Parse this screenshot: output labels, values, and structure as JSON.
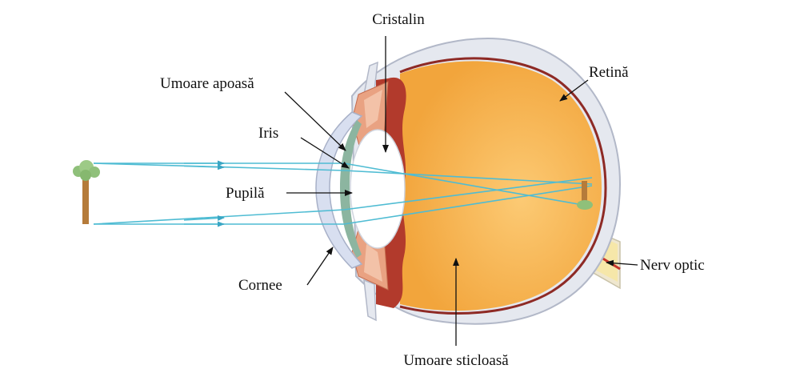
{
  "labels": {
    "cristalin": "Cristalin",
    "retina": "Retină",
    "umoare_apoasa": "Umoare apoasă",
    "iris": "Iris",
    "pupila": "Pupilă",
    "cornee": "Cornee",
    "nerv_optic": "Nerv optic",
    "umoare_sticloasa": "Umoare sticloasă"
  },
  "colors": {
    "vitreous": "#f5b04a",
    "vitreous_light": "#fbd38a",
    "sclera": "#e4e7ee",
    "sclera_edge": "#b7bccb",
    "retina_line": "#8e2a25",
    "iris_body": "#b83a2c",
    "ciliary": "#e79a7a",
    "cornea": "#dfe4f0",
    "aqueous": "#8fb6a0",
    "lens": "#ffffff",
    "light_ray": "#4fbcd3",
    "tree_crown": "#8fc07a",
    "tree_trunk": "#b57b3a",
    "nerve": "#f4e3a8"
  }
}
